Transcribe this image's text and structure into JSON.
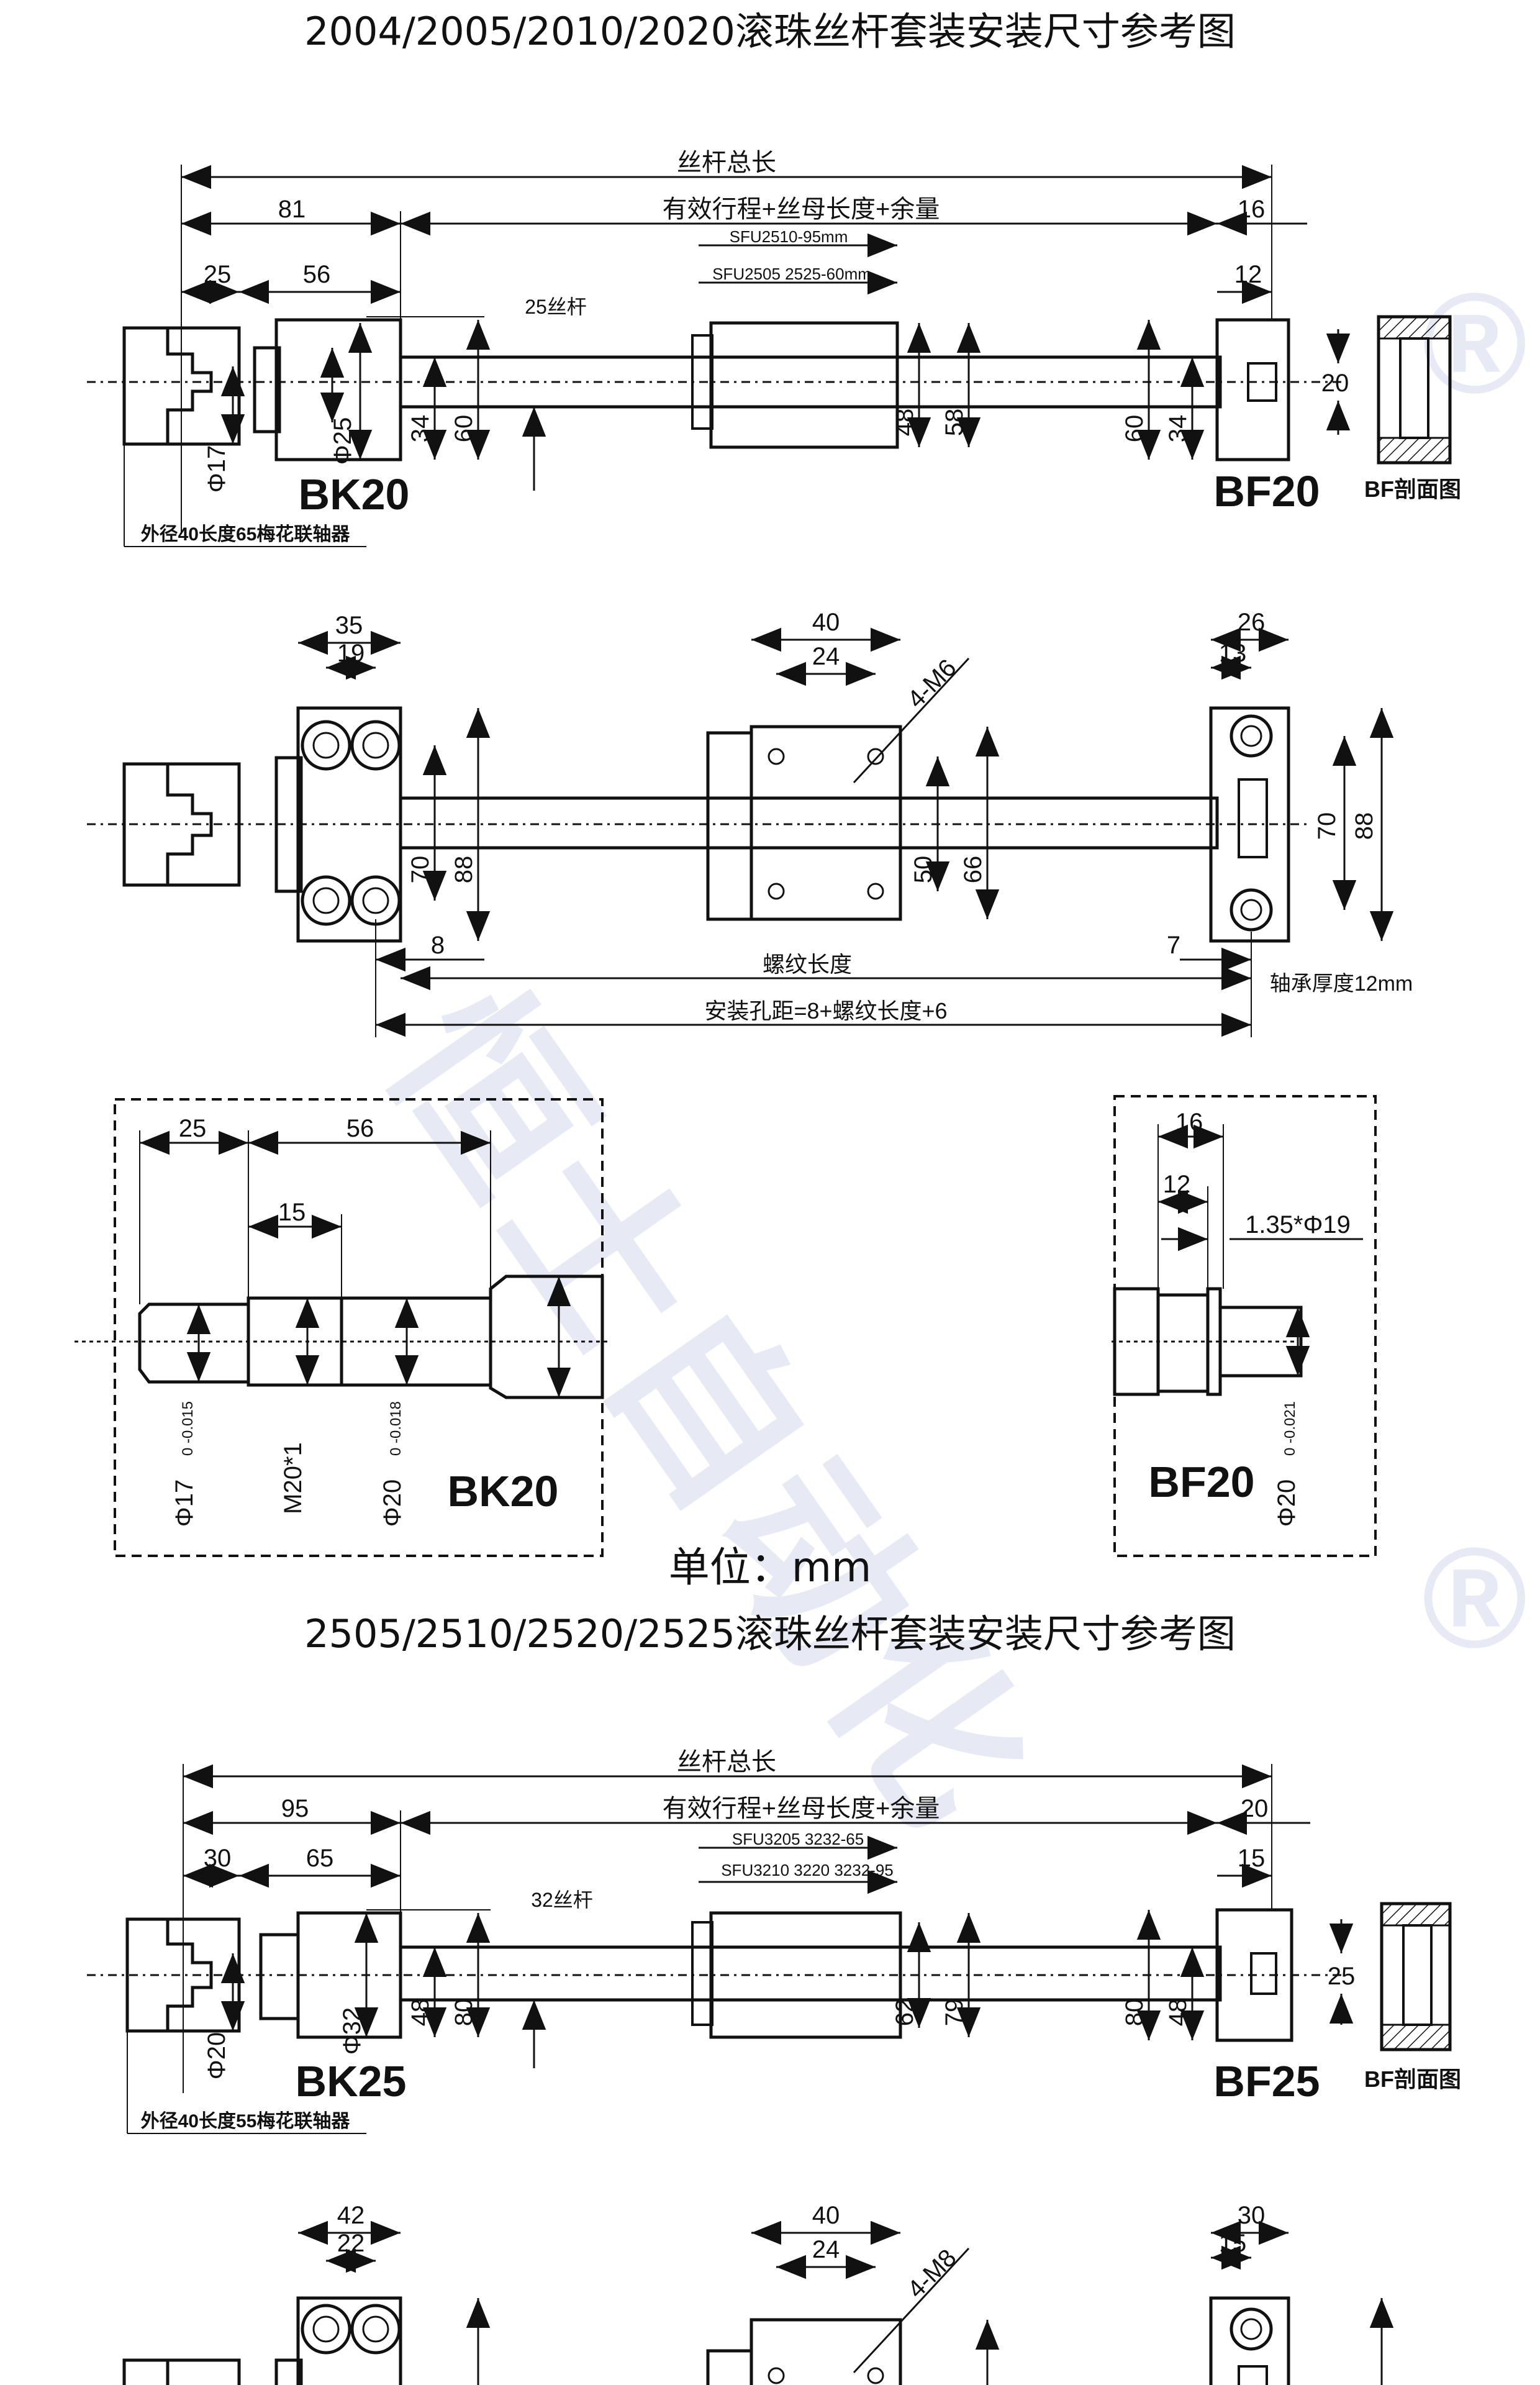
{
  "watermark": {
    "logo_text": "恒士自动化",
    "registered_mark": "®",
    "color": "#7c8fcf"
  },
  "unit": "单位：mm",
  "section1": {
    "title": "2004/2005/2010/2020滚珠丝杆套装安装尺寸参考图",
    "side": {
      "total_length": "丝杆总长",
      "stroke": "有效行程+丝母长度+余量",
      "d81": "81",
      "d25": "25",
      "d56": "56",
      "d16": "16",
      "d12": "12",
      "nut_note1": "SFU2510-95mm",
      "nut_note2": "SFU2505 2525-60mm",
      "screw": "25丝杆",
      "d17": "Φ17",
      "d25phi": "Φ25",
      "d34": "34",
      "d60": "60",
      "d48": "48",
      "d58": "58",
      "d60r": "60",
      "d34r": "34",
      "d20": "20",
      "bk": "BK20",
      "bf": "BF20",
      "bf_section": "BF剖面图",
      "coupling": "外径40长度65梅花联轴器"
    },
    "top": {
      "d35": "35",
      "d19": "19",
      "d40": "40",
      "d24": "24",
      "hole": "4-M6",
      "d26": "26",
      "d13": "13",
      "d70": "70",
      "d88": "88",
      "d50": "50",
      "d66": "66",
      "d70r": "70",
      "d88r": "88",
      "d8": "8",
      "d7": "7",
      "thread": "螺纹长度",
      "mount": "安装孔距=8+螺纹长度+6",
      "bearing": "轴承厚度12mm"
    },
    "detail": {
      "d25": "25",
      "d56": "56",
      "d15": "15",
      "phi17": "Φ17",
      "tol17": "0 -0.015",
      "m20": "M20*1",
      "phi20": "Φ20",
      "tol20": "0 -0.018",
      "bk": "BK20",
      "d16": "16",
      "d12": "12",
      "clip": "1.35*Φ19",
      "phi20r": "Φ20",
      "tol20r": "0 -0.021",
      "bf": "BF20"
    }
  },
  "section2": {
    "title": "2505/2510/2520/2525滚珠丝杆套装安装尺寸参考图",
    "side": {
      "total_length": "丝杆总长",
      "stroke": "有效行程+丝母长度+余量",
      "d95": "95",
      "d30": "30",
      "d65": "65",
      "d20": "20",
      "d15": "15",
      "nut_note1": "SFU3205 3232-65",
      "nut_note2": "SFU3210 3220 3232-95",
      "screw": "32丝杆",
      "d20phi": "Φ20",
      "d32phi": "Φ32",
      "d48": "48",
      "d80": "80",
      "d62": "62",
      "d79": "79",
      "d80r": "80",
      "d48r": "48",
      "d25": "25",
      "bk": "BK25",
      "bf": "BF25",
      "bf_section": "BF剖面图",
      "coupling": "外径40长度55梅花联轴器"
    },
    "top": {
      "d42": "42",
      "d22": "22",
      "d40": "40",
      "d24": "24",
      "hole": "4-M8",
      "d30": "30",
      "d15": "15"
    }
  }
}
